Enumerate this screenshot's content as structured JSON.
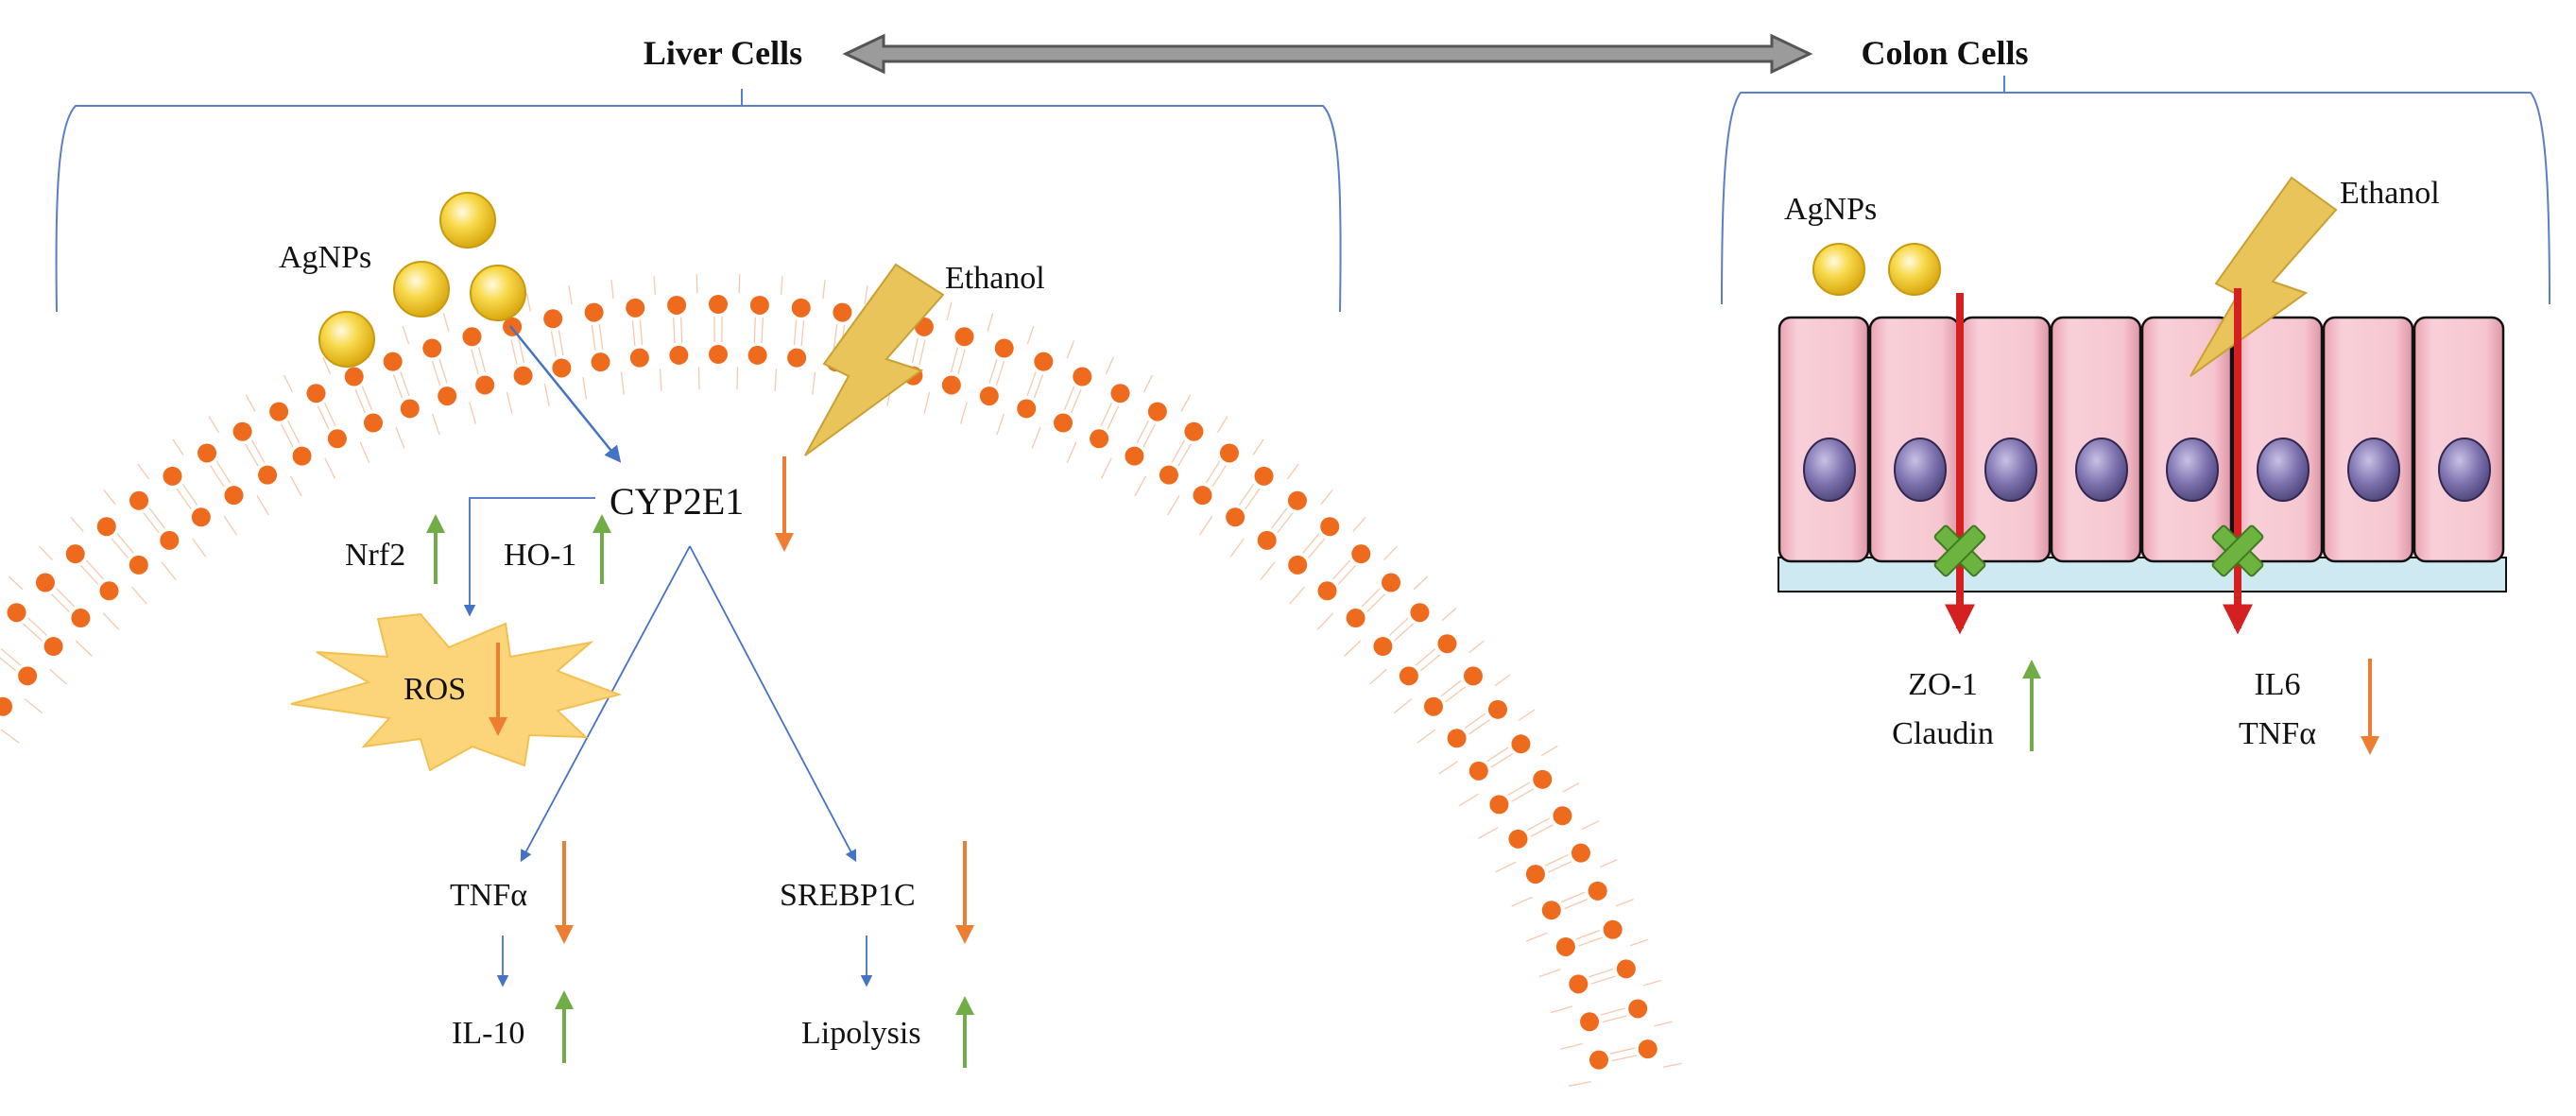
{
  "header": {
    "left_title": "Liver Cells",
    "right_title": "Colon Cells"
  },
  "liver": {
    "agnps_label": "AgNPs",
    "ethanol_label": "Ethanol",
    "cyp2e1": {
      "label": "CYP2E1",
      "direction": "down"
    },
    "nrf2": {
      "label": "Nrf2",
      "direction": "up"
    },
    "ho1": {
      "label": "HO-1",
      "direction": "up"
    },
    "ros": {
      "label": "ROS",
      "direction": "down"
    },
    "tnfa": {
      "label": "TNFα",
      "direction": "down"
    },
    "il10": {
      "label": "IL-10",
      "direction": "up"
    },
    "srebp1c": {
      "label": "SREBP1C",
      "direction": "down"
    },
    "lipolysis": {
      "label": "Lipolysis",
      "direction": "up"
    }
  },
  "colon": {
    "agnps_label": "AgNPs",
    "ethanol_label": "Ethanol",
    "tight_junction": {
      "line1": "ZO-1",
      "line2": "Claudin",
      "direction": "up"
    },
    "cytokines": {
      "line1": "IL6",
      "line2": "TNFα",
      "direction": "down"
    }
  },
  "colors": {
    "bracket": "#5b7fc7",
    "pathway_arrow": "#4472c4",
    "up_arrow": "#70ad47",
    "down_arrow": "#ed7d31",
    "membrane": "#ee6a1c",
    "nanoparticle": "#f5c518",
    "ros_burst": "#fcd57a",
    "lightning": "#e8c45a",
    "cell_fill": "#f5c0cb",
    "nucleus": "#7a6fa8",
    "barrier_arrow": "#d42020",
    "blocked_mark": "#6db33f"
  }
}
